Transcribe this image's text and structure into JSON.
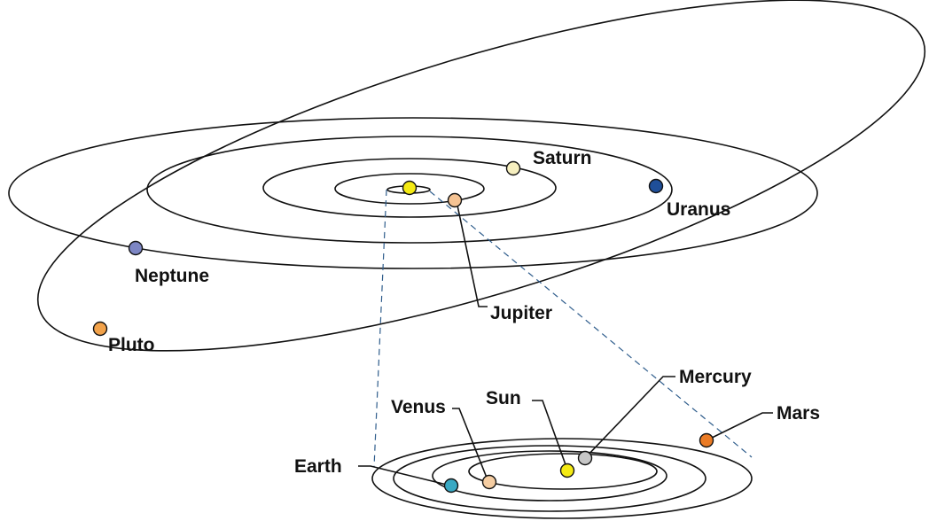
{
  "outer": {
    "neptune": {
      "label": "Neptune",
      "color": "#7d86c4"
    },
    "pluto": {
      "label": "Pluto",
      "color": "#f2a24a"
    },
    "uranus": {
      "label": "Uranus",
      "color": "#1f4f99"
    },
    "saturn": {
      "label": "Saturn",
      "color": "#f6efbf"
    },
    "jupiter": {
      "label": "Jupiter",
      "color": "#f5c393"
    },
    "sun": {
      "color": "#f4ea13"
    }
  },
  "inner": {
    "sun": {
      "label": "Sun",
      "color": "#f4ea13"
    },
    "mercury": {
      "label": "Mercury",
      "color": "#c7c7c7"
    },
    "venus": {
      "label": "Venus",
      "color": "#f5cda2"
    },
    "earth": {
      "label": "Earth",
      "color": "#39a9c4"
    },
    "mars": {
      "label": "Mars",
      "color": "#ea7b25"
    }
  }
}
